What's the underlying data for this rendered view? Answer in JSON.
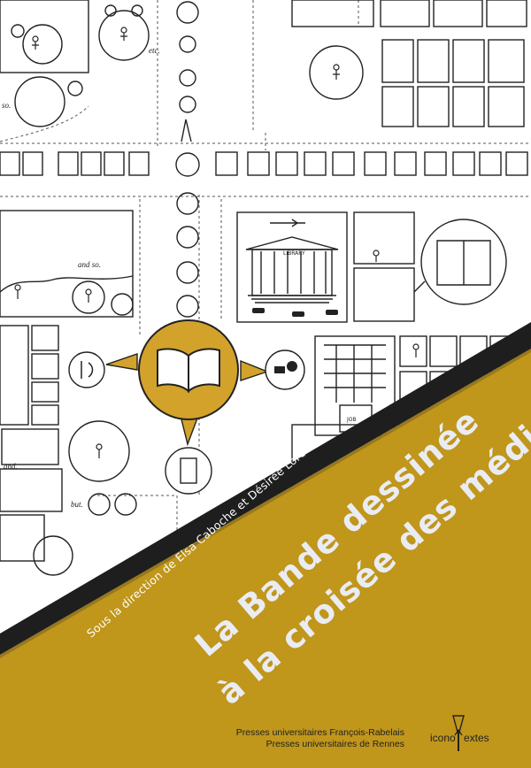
{
  "cover": {
    "editors_line": "Sous la direction de Elsa Caboche et Désirée Lorenz",
    "title_line1": "La Bande dessinée",
    "title_line2": "à la croisée des médias",
    "publisher_1": "Presses universitaires François-Rabelais",
    "publisher_2": "Presses universitaires de Rennes",
    "logo_text_left": "icono",
    "logo_text_right": "extes"
  },
  "illustration": {
    "captions": [
      "so.",
      "etc.",
      "and so.",
      "and.",
      "but."
    ],
    "signs": [
      "LIBRARY",
      "JOB"
    ]
  },
  "colors": {
    "band": "#c0961b",
    "dark_band": "#1e1e1e",
    "title": "#e9ecf3",
    "book_circle": "#d2a22b",
    "line": "#222222"
  }
}
